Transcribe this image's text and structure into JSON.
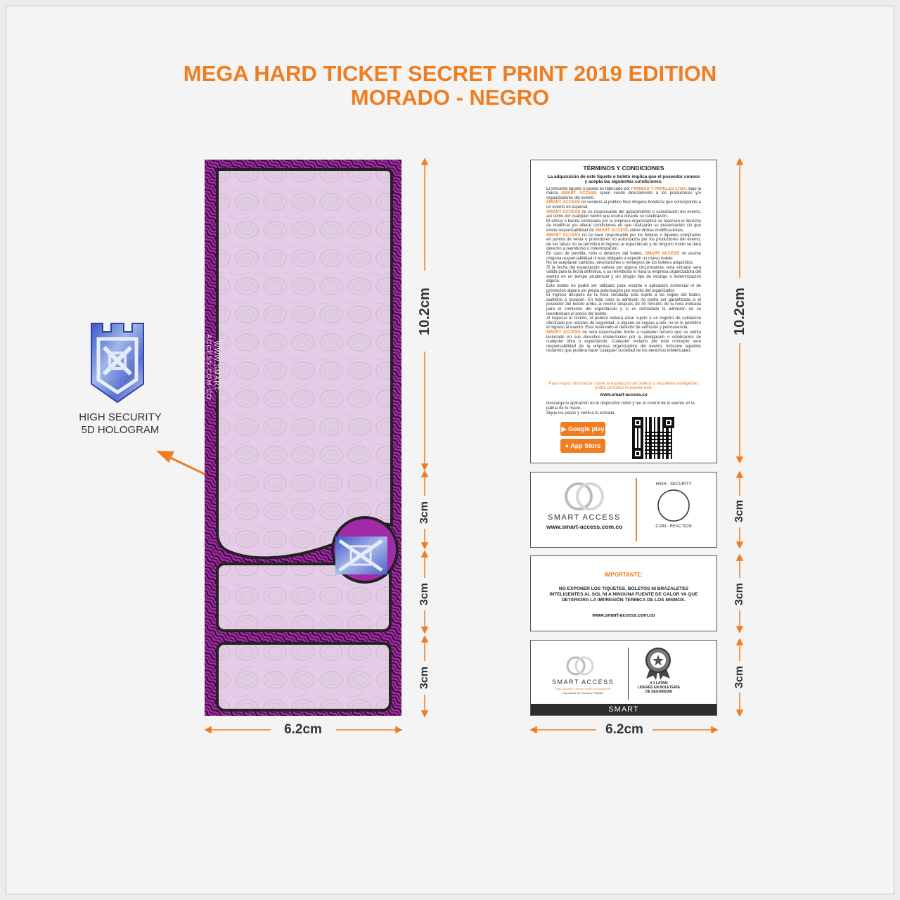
{
  "title": {
    "line1": "MEGA HARD TICKET SECRET PRINT 2019 EDITION",
    "line2": "MORADO - NEGRO"
  },
  "hologram": {
    "label_line1": "HIGH SECURITY",
    "label_line2": "5D HOLOGRAM",
    "icon": "castle-hologram-icon"
  },
  "front": {
    "vertical_url": "WWW.SMART-ACCESS.COM.CO",
    "width_label": "6.2cm",
    "heights": [
      "10.2cm",
      "3cm",
      "3cm",
      "3cm"
    ]
  },
  "back": {
    "width_label": "6.2cm",
    "heights": [
      "10.2cm",
      "3cm",
      "3cm",
      "3cm"
    ],
    "terms": {
      "heading": "TÉRMINOS Y CONDICIONES",
      "lead": "La adquisición de este tiquete o boleto implica que el poseedor conoce y acepta las siguientes condiciones:",
      "p1_a": "El presente tiquete o Boleto es fabricado por ",
      "p1_brand": "FORMAS Y PAPELES LTDA.",
      "p1_b": " bajo la marca ",
      "p1_brand2": "SMART ACCESS",
      "p1_c": " quien vende directamente a los productores y/o organizadores del evento.",
      "p2_brand": "SMART ACCESS",
      "p2": " no venderá al publico final ninguna boletería que corresponda a un evento en especial.",
      "p3_brand": "SMART ACCESS",
      "p3": " no es responsable del aplazamiento o cancelación del evento, así como por cualquier hecho que ocurra durante su celebración.",
      "p4": "El artista o banda contratada por la empresa organizadora se reservan el derecho de modificar y/o alterar condiciones en que realizarán su presentación sin que exista responsabilidad de ",
      "p4_brand": "SMART ACCESS",
      "p4_b": " sobre dichas modificaciones.",
      "p5_brand": "SMART ACCESS",
      "p5": " no se hace responsable por los boletos o tiquetes comprados en puntos de venta o promotores no autorizados por los productores del evento, de ser falsos no se permitirá el ingreso al espectáculo y de ninguno modo se dará derecho a reembolso o indemnización.",
      "p6": "En caso de perdida, robo o deterioro del boleto, ",
      "p6_brand": "SMART ACCESS",
      "p6_b": " no asume ninguna responsabilidad ni esta obligado a expedir un nuevo boleto.",
      "p7": "No se aceptaran cambios, devoluciones o reintegros de los boletos adquiridos.",
      "p8": "Si la fecha del espectáculo variara por alguna circunstancia, esta entrada sera valida para la fecha definitiva, o su reembolso lo hará la empresa organizadora del evento en un tiempo prudencial y sin ningún tipo de recargo o indemnización alguno.",
      "p9": "Este boleto no podrá ser utilizado para reventa o aplicación comercial ni de promoción alguna sin previa autorización por escrito del organizador.",
      "p10": "El ingreso después de la hora señalada esta sujeto a las reglas del teatro, auditorio o locación. En todo caso la admisión no podrá ser garantizada si el poseedor del boleto arriba al recinto después de 30 minutos de la hora indicada para el comienzo del espectáculo y si es rechazada la admisión no se reembolsara el precio del boleto.",
      "p11": "Al ingresar al recinto, el publico deberá estar sujeto a un registro de validación efectuado por razones de seguridad, si alguien se negara a ello, no se le permitirá el ingreso al evento. Esta reservado el derecho de admisión y permanencia.",
      "p12_brand": "SMART ACCESS",
      "p12": " no será responsable frente a cualquier tercero que se sienta lesionado en sus derechos intelectuales por la divulgación o celebración de cualquier obra o espectáculo. Cualquier reclamo por este concepto sera responsabilidad de la empresa organizadora del evento, inclusive aquellos reclamos que pudiera hacer cualquier sociedad de los derechos intelectuales.",
      "info": "Para mayor información sobre la expedición de boletos o brazaletes inteligentes podrá consultar la pagina web:",
      "website": "www.smart-access.co",
      "download": "Descarga la aplicación en tu dispositivo móvil y ten el control de tu evento en la palma de tu mano.",
      "steps": "Sigue los pasos y verifica tu entrada:",
      "google_play": "Google play",
      "app_store": "App Store"
    },
    "logo_card": {
      "brand": "SMART ACCESS",
      "url": "www.smart-access.com.co",
      "seal_top": "HIGH - SECURITY",
      "seal_bottom": "COIN - REACTION"
    },
    "important_card": {
      "head": "IMPORTANTE:",
      "text": "NO EXPONER LOS TIQUETES, BOLETOS NI BRAZALETES INTELIGENTES AL SOL NI A NINGUNA FUENTE DE CALOR YA QUE DETERIORA LA IMPRESIÓN TERMICA DE LOS MISMOS.",
      "web": "www.smart-access.com.co"
    },
    "bottom_card": {
      "brand": "SMART ACCESS",
      "tagline": "High-Security Thermal Tickets & Wristbands",
      "sub": "Una marca de Formas y Papeles",
      "award_line1": "# 1 LATAM",
      "award_line2": "LIDERES EN BOLETERÍA",
      "award_line3": "DE SEGURIDAD",
      "bar": "SMART"
    }
  },
  "colors": {
    "accent": "#ef7d22",
    "purple": "#9a2a9a",
    "ticket_panel": "#e8cdea"
  }
}
